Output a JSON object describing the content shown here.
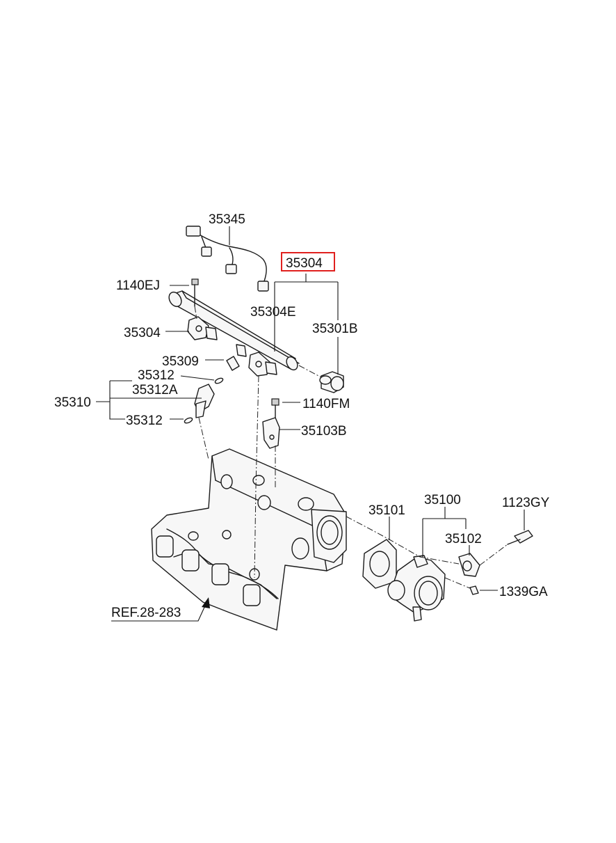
{
  "colors": {
    "highlight": "#e0201e",
    "line": "#111111",
    "background": "#ffffff"
  },
  "labels": {
    "harness": "35345",
    "fuel_rail_assy": "35304",
    "delivery_pipe": "35304E",
    "pressure_regulator": "35301B",
    "bolt_1140ej": "1140EJ",
    "rail_35304": "35304",
    "clip": "35309",
    "oring_top": "35312",
    "insulator": "35312A",
    "injector_assy": "35310",
    "oring_bottom": "35312",
    "bolt_1140fm": "1140FM",
    "bracket": "35103B",
    "gasket": "35101",
    "throttle_body": "35100",
    "bolt_1123gy": "1123GY",
    "tps_sensor": "35102",
    "screw_1339ga": "1339GA",
    "reference": "REF.28-283"
  }
}
